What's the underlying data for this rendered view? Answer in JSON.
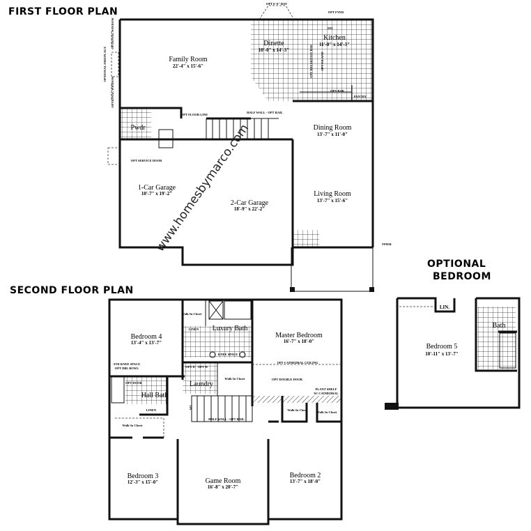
{
  "headings": {
    "first_floor": "FIRST FLOOR PLAN",
    "second_floor": "SECOND FLOOR PLAN",
    "optional_bedroom_line1": "OPTIONAL",
    "optional_bedroom_line2": "BEDROOM"
  },
  "watermark": "www.homesbymarco.com",
  "first_floor": {
    "rooms": [
      {
        "name": "Family Room",
        "dims": "22'-4\" x 15'-6\""
      },
      {
        "name": "Dinette",
        "dims": "10'-0\" x 14'-3\""
      },
      {
        "name": "Kitchen",
        "dims": "11'-0\" x 14'-3\""
      },
      {
        "name": "Dining Room",
        "dims": "13'-7\" x 11'-0\""
      },
      {
        "name": "1-Car Garage",
        "dims": "10'-7\" x 19'-2\""
      },
      {
        "name": "2-Car Garage",
        "dims": "18'-9\" x 22'-2\""
      },
      {
        "name": "Living Room",
        "dims": "13'-7\" x 15'-6\""
      },
      {
        "name": "Pwdr",
        "dims": ""
      }
    ],
    "notes": {
      "opt_bay": "OPT 6'-0\" BAY",
      "opt_fyer": "OPT FYER",
      "dw": "DW",
      "opt_breakfast_bar": "OPT BREAKFAST BAR",
      "opt_island": "OPT ISLAND",
      "opt_bar": "OPT BAR",
      "pantry": "PANTRY",
      "opt_window_1": "OPTIONAL WINDOW",
      "opt_fireplace": "OPTIONAL FIREPLACE",
      "opt_window_2": "OPTIONAL WINDOW",
      "opt_floor_line": "OPT FLOOR LINE",
      "half_wall": "HALF WALL - OPT RAIL",
      "opt_service_door": "OPT SERVICE DOOR",
      "fpier": "FPIER"
    }
  },
  "second_floor": {
    "rooms": [
      {
        "name": "Bedroom 4",
        "dims": "13'-4\" x 13'-7\""
      },
      {
        "name": "Luxury Bath",
        "dims": ""
      },
      {
        "name": "Master Bedroom",
        "dims": "16'-7\" x 18'-0\""
      },
      {
        "name": "Laundry",
        "dims": ""
      },
      {
        "name": "Hall Bath",
        "dims": ""
      },
      {
        "name": "Bedroom 3",
        "dims": "12'-3\" x 15'-0\""
      },
      {
        "name": "Game Room",
        "dims": "16'-8\" x 20'-7\""
      },
      {
        "name": "Bedroom 2",
        "dims": "13'-7\" x 18'-0\""
      }
    ],
    "notes": {
      "walk_in_closet": "Walk-In Closet",
      "linen": "LINEN",
      "knee_space": "KNEE SPACE",
      "opt_cathedral": "OPT CATHEDRAL CEILING",
      "std_knee": "STD KNEE SPACE",
      "opt_dbl_bowl": "OPT DBL BOWL",
      "opt_d": "OPT D",
      "opt_w": "OPT W",
      "opt_double_door": "OPT DOUBLE DOOR",
      "plant_shelf": "PLANT SHELF",
      "w_cathedral": "W/ CATHEDRAL",
      "half_wall": "HALF WALL - OPT RAIL",
      "opt_door": "OPT DOOR",
      "dn": "DN"
    }
  },
  "optional_bedroom": {
    "room": {
      "name": "Bedroom 5",
      "dims": "10'-11\" x 13'-7\""
    },
    "bath": "Bath",
    "linen": "LIN."
  }
}
